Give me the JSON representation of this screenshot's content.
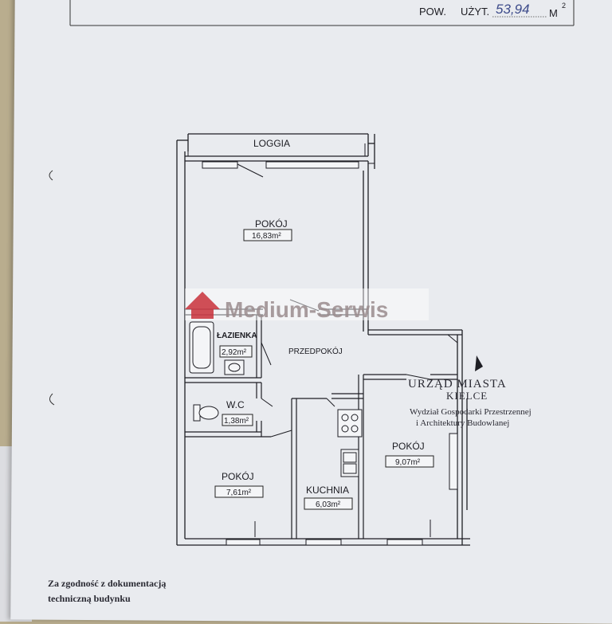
{
  "header": {
    "pow_label": "POW.",
    "uzyt_label": "UŻYT.",
    "uzyt_value": "53,94",
    "unit_label": "M",
    "unit_exp": "2"
  },
  "plan": {
    "loggia": "LOGGIA",
    "room_big": {
      "label": "POKÓJ",
      "area": "16,83m²"
    },
    "lazienka": {
      "label": "ŁAZIENKA",
      "area": "2,92m²"
    },
    "przedpokoj": {
      "label": "PRZEDPOKÓJ"
    },
    "wc": {
      "label": "W.C",
      "area": "1,38m²"
    },
    "room_left": {
      "label": "POKÓJ",
      "area": "7,61m²"
    },
    "kuchnia": {
      "label": "KUCHNIA",
      "area": "6,03m²"
    },
    "room_right": {
      "label": "POKÓJ",
      "area": "9,07m²"
    }
  },
  "watermark": {
    "text": "Medium-Serwis",
    "color": "#c8303a"
  },
  "stamp": {
    "line1": "URZĄD MIASTA",
    "line2": "KIELCE",
    "line3": "Wydział Gospodarki Przestrzennej",
    "line4": "i Architektury Budowlanej"
  },
  "footer": {
    "line1": "Za zgodność z dokumentacją",
    "line2": "techniczną budynku"
  }
}
